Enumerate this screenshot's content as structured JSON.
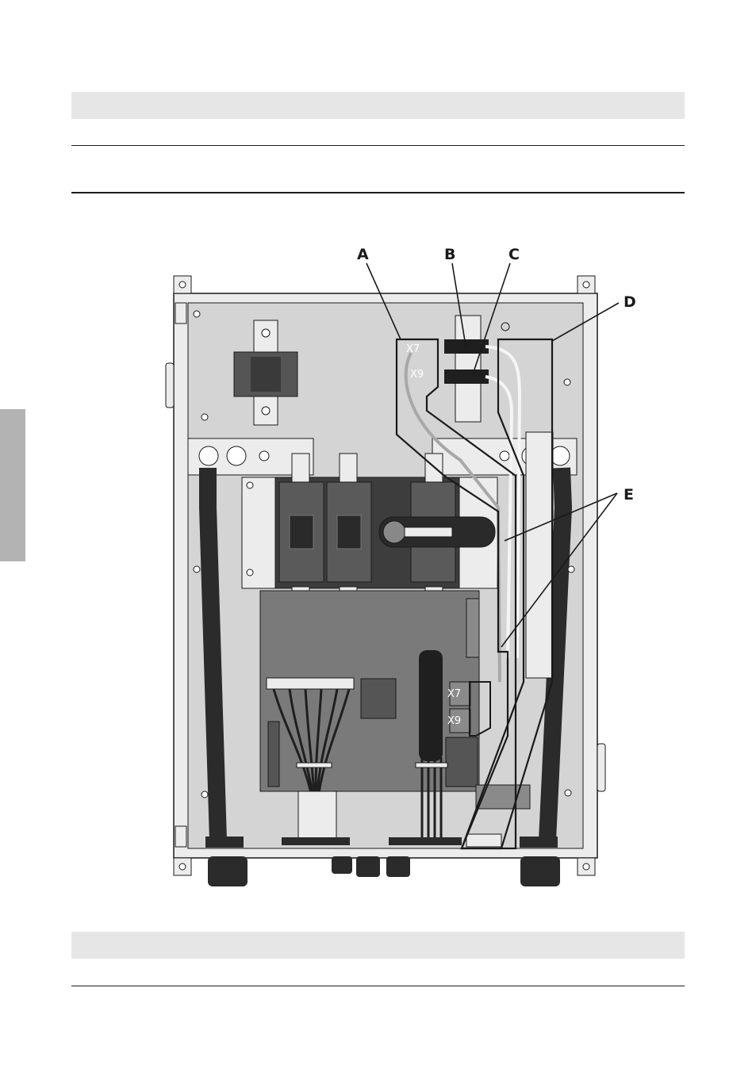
{
  "callouts": {
    "a": "A",
    "b": "B",
    "c": "C",
    "d": "D",
    "e": "E"
  },
  "terminal_labels": {
    "x7_top": "X7",
    "x9_top": "X9",
    "x7_board": "X7",
    "x9_board": "X9"
  },
  "colors": {
    "panel": "#d4d4d4",
    "frame": "#ececec",
    "dark": "#333333",
    "outline": "#1a1a1a"
  }
}
